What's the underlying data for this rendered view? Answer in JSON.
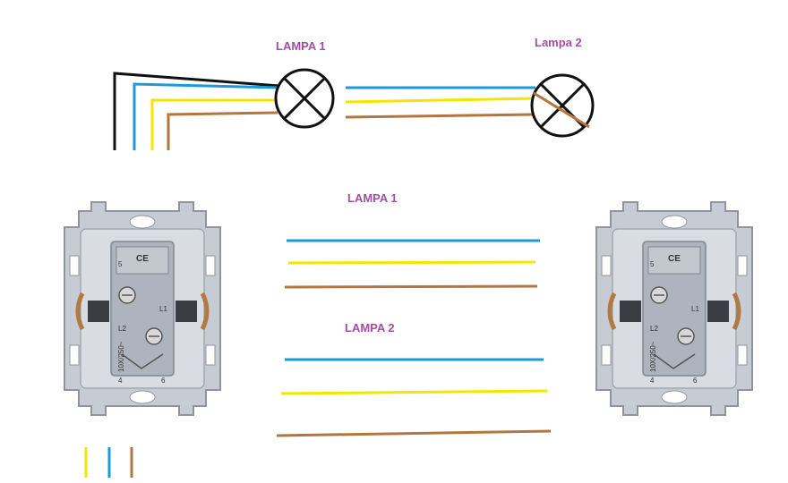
{
  "labels": {
    "top_lamp1": "LAMPA 1",
    "top_lamp2": "Lampa 2",
    "mid_lamp1": "LAMPA 1",
    "mid_lamp2": "LAMPA 2"
  },
  "switch_markings": {
    "rating": "10X/250~",
    "terminal_l1": "L1",
    "terminal_l2": "L2",
    "terminal_4": "4",
    "terminal_6": "6",
    "terminal_5": "5",
    "ce_mark": "CE"
  },
  "colors": {
    "black": "#111111",
    "blue": "#1b9ad6",
    "yellow": "#f2e600",
    "brown": "#b4763e",
    "label": "#a64ca6"
  }
}
